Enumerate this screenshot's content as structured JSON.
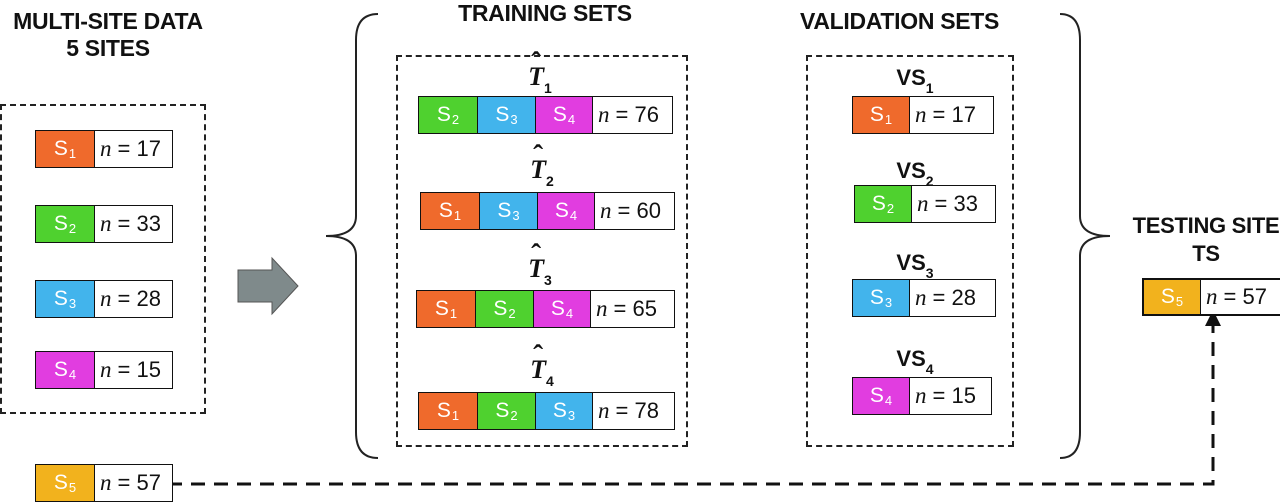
{
  "colors": {
    "S1": "#ef6a2c",
    "S2": "#4fd12f",
    "S3": "#42b4ec",
    "S4": "#e13de0",
    "S5": "#f2b21d"
  },
  "headings": {
    "multisite_line1": "MULTI-SITE DATA",
    "multisite_line2": "5 SITES",
    "training": "TRAINING SETS",
    "validation": "VALIDATION SETS",
    "testing_line1": "TESTING SITE",
    "testing_line2": "TS"
  },
  "n_prefix": "n",
  "sites": [
    {
      "base": "S",
      "sub": "1",
      "color_key": "S1",
      "n": "= 17"
    },
    {
      "base": "S",
      "sub": "2",
      "color_key": "S2",
      "n": "= 33"
    },
    {
      "base": "S",
      "sub": "3",
      "color_key": "S3",
      "n": "= 28"
    },
    {
      "base": "S",
      "sub": "4",
      "color_key": "S4",
      "n": "= 15"
    }
  ],
  "held_out_site": {
    "base": "S",
    "sub": "5",
    "color_key": "S5",
    "n": "= 57"
  },
  "training_sets": [
    {
      "title_base": "T",
      "title_sub": "1",
      "members": [
        {
          "sub": "2",
          "color_key": "S2"
        },
        {
          "sub": "3",
          "color_key": "S3"
        },
        {
          "sub": "4",
          "color_key": "S4"
        }
      ],
      "n": "= 76"
    },
    {
      "title_base": "T",
      "title_sub": "2",
      "members": [
        {
          "sub": "1",
          "color_key": "S1"
        },
        {
          "sub": "3",
          "color_key": "S3"
        },
        {
          "sub": "4",
          "color_key": "S4"
        }
      ],
      "n": "= 60"
    },
    {
      "title_base": "T",
      "title_sub": "3",
      "members": [
        {
          "sub": "1",
          "color_key": "S1"
        },
        {
          "sub": "2",
          "color_key": "S2"
        },
        {
          "sub": "4",
          "color_key": "S4"
        }
      ],
      "n": "= 65"
    },
    {
      "title_base": "T",
      "title_sub": "4",
      "members": [
        {
          "sub": "1",
          "color_key": "S1"
        },
        {
          "sub": "2",
          "color_key": "S2"
        },
        {
          "sub": "3",
          "color_key": "S3"
        }
      ],
      "n": "= 78"
    }
  ],
  "validation_sets": [
    {
      "title_base": "VS",
      "title_sub": "1",
      "site_sub": "1",
      "color_key": "S1",
      "n": "= 17"
    },
    {
      "title_base": "VS",
      "title_sub": "2",
      "site_sub": "2",
      "color_key": "S2",
      "n": "= 33"
    },
    {
      "title_base": "VS",
      "title_sub": "3",
      "site_sub": "3",
      "color_key": "S3",
      "n": "= 28"
    },
    {
      "title_base": "VS",
      "title_sub": "4",
      "site_sub": "4",
      "color_key": "S4",
      "n": "= 15"
    }
  ],
  "testing_site": {
    "base": "S",
    "sub": "5",
    "color_key": "S5",
    "n": "= 57"
  }
}
